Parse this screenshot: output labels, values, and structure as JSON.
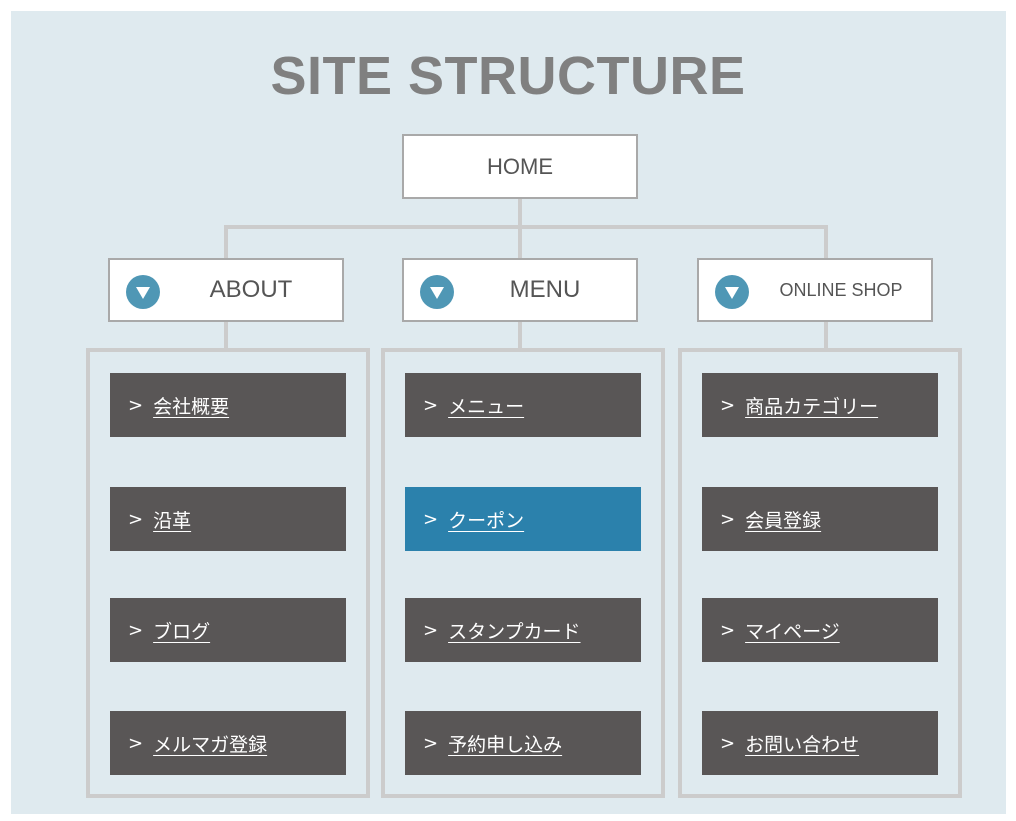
{
  "title": "SITE STRUCTURE",
  "home": {
    "label": "HOME"
  },
  "categories": [
    {
      "label": "ABOUT",
      "icon": "triangle-down-circle-icon",
      "items": [
        {
          "label": "会社概要",
          "prefix": ">"
        },
        {
          "label": "沿革",
          "prefix": ">"
        },
        {
          "label": "ブログ",
          "prefix": ">"
        },
        {
          "label": "メルマガ登録",
          "prefix": ">"
        }
      ]
    },
    {
      "label": "MENU",
      "icon": "triangle-down-circle-icon",
      "items": [
        {
          "label": "メニュー",
          "prefix": ">"
        },
        {
          "label": "クーポン",
          "prefix": ">",
          "active": true
        },
        {
          "label": "スタンプカード",
          "prefix": ">"
        },
        {
          "label": "予約申し込み",
          "prefix": ">"
        }
      ]
    },
    {
      "label": "ONLINE SHOP",
      "icon": "triangle-down-circle-icon",
      "items": [
        {
          "label": "商品カテゴリー",
          "prefix": ">"
        },
        {
          "label": "会員登録",
          "prefix": ">"
        },
        {
          "label": "マイページ",
          "prefix": ">"
        },
        {
          "label": "お問い合わせ",
          "prefix": ">"
        }
      ]
    }
  ],
  "colors": {
    "background": "#dfeaef",
    "title": "#808080",
    "button": "#595656",
    "button_active": "#2b81ac",
    "icon": "#4f97b5",
    "connector": "#cccccc"
  }
}
